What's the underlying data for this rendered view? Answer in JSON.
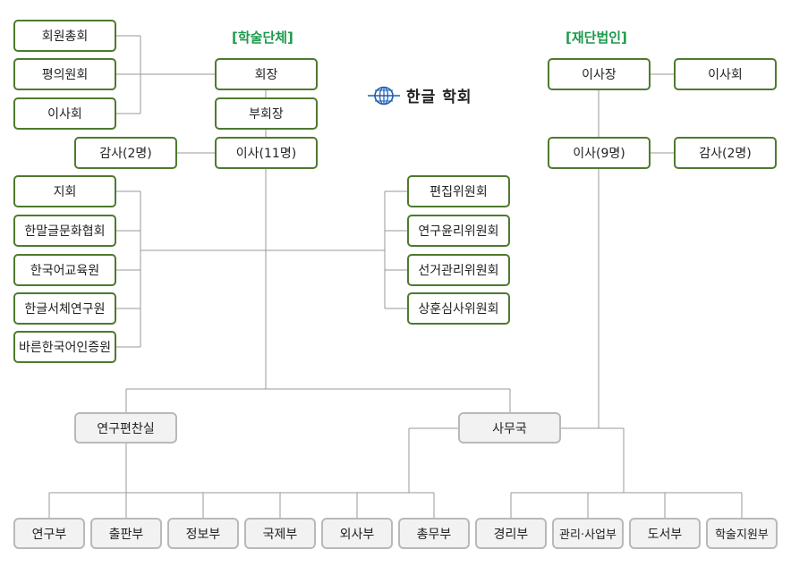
{
  "sections": {
    "academic": "[학술단체]",
    "foundation": "[재단법인]"
  },
  "logo": {
    "text": "한글 학회",
    "color": "#1a5fb4"
  },
  "academic": {
    "general_assembly": "회원총회",
    "council": "평의원회",
    "board": "이사회",
    "president": "회장",
    "vice_president": "부회장",
    "directors": "이사(11명)",
    "auditors": "감사(2명)",
    "branches": [
      "지회",
      "한말글문화협회",
      "한국어교육원",
      "한글서체연구원",
      "바른한국어인증원"
    ],
    "committees": [
      "편집위원회",
      "연구윤리위원회",
      "선거관리위원회",
      "상훈심사위원회"
    ],
    "research_office": "연구편찬실",
    "secretariat": "사무국"
  },
  "foundation": {
    "chairman": "이사장",
    "board": "이사회",
    "directors": "이사(9명)",
    "auditors": "감사(2명)"
  },
  "departments": {
    "research_side": [
      "연구부",
      "출판부",
      "정보부",
      "국제부",
      "외사부",
      "총무부"
    ],
    "secretariat_side": [
      "경리부",
      "관리·사업부",
      "도서부",
      "학술지원부"
    ]
  },
  "colors": {
    "box_border": "#4e7a2d",
    "title": "#1c9a4c",
    "gray_border": "#b9b9b9",
    "gray_fill": "#f2f2f2",
    "line": "#999999"
  }
}
